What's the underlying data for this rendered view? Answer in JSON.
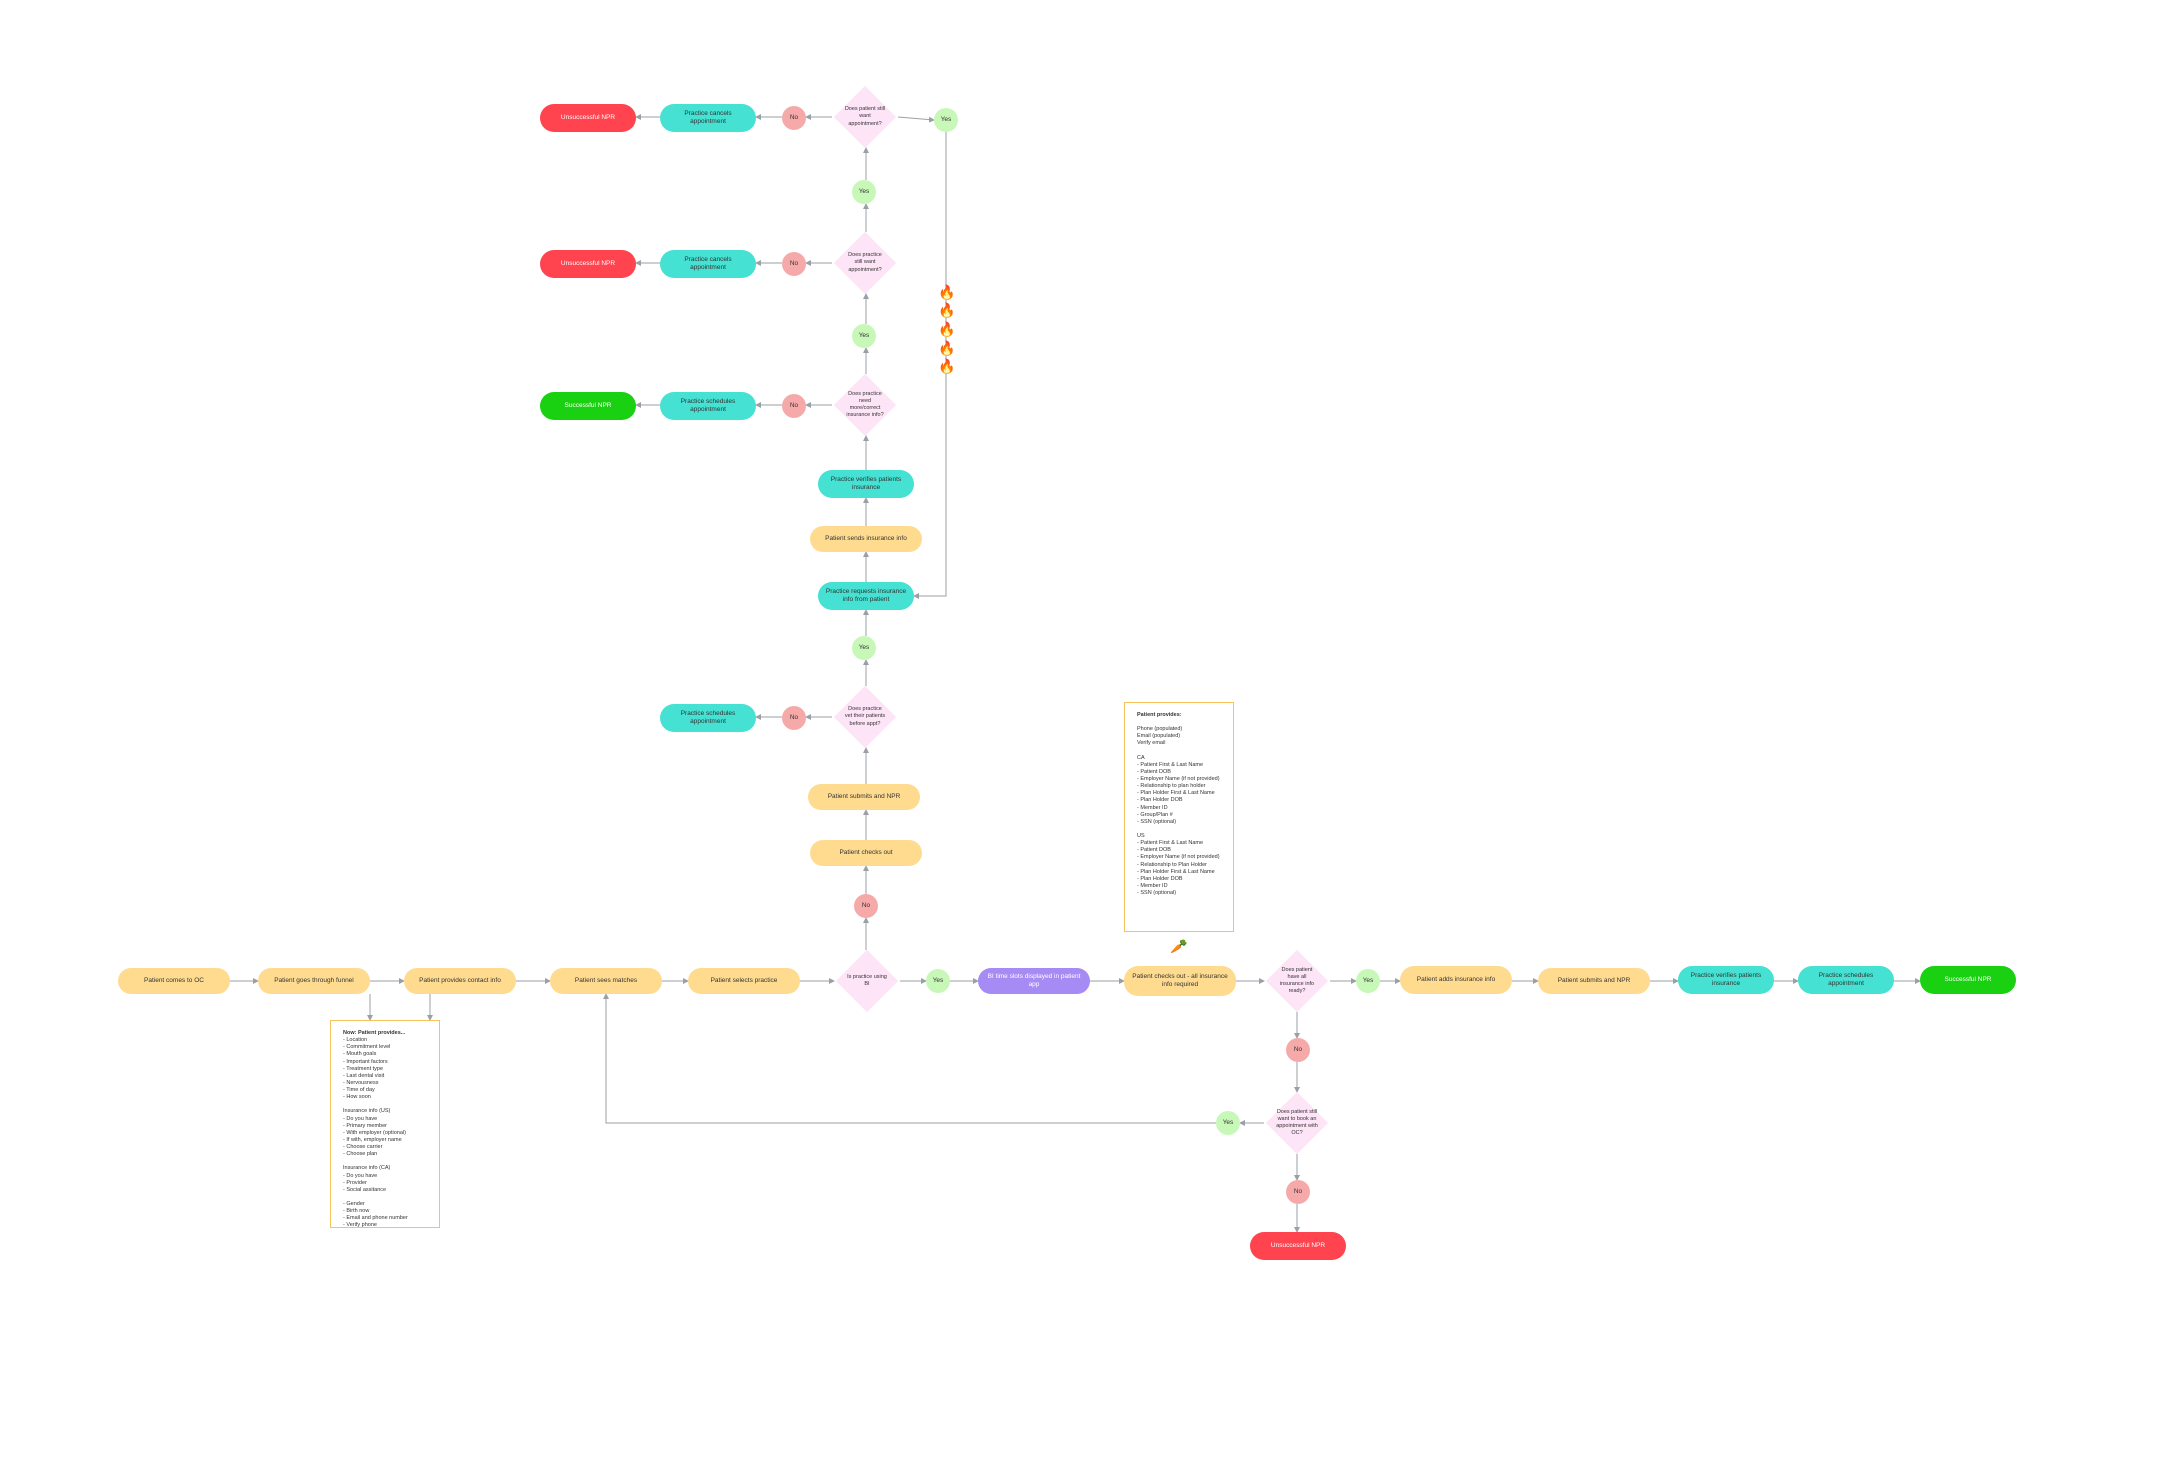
{
  "colors": {
    "step": "#FFDB8F",
    "practice": "#45E1D3",
    "fail": "#FF434F",
    "success": "#1AD111",
    "system": "#A68BF5",
    "yes": "#C8F8B8",
    "no": "#F6A9A9",
    "decision": "#FDE4F6",
    "note_border": "#F7C25A",
    "connector": "#9AA0A6"
  },
  "nodes": {
    "patient_comes": "Patient comes to OC",
    "patient_funnel": "Patient goes through funnel",
    "patient_contact": "Patient provides contact info",
    "patient_sees_matches": "Patient sees matches",
    "patient_selects_practice": "Patient selects practice",
    "decision_using_bi": "Is practice using BI",
    "yes_bi": "Yes",
    "bi_time_slots": "BI time slots displayed in patient app",
    "patient_checks_out_all": "Patient checks out - all insurance info required",
    "decision_all_insurance": "Does patient have all insurance info ready?",
    "yes_all_insurance": "Yes",
    "patient_adds_insurance": "Patient adds insurance info",
    "patient_submits_npr_main": "Patient submits and NPR",
    "practice_verifies_main": "Practice verifies patients insurance",
    "practice_schedules_main": "Practice schedules appointment",
    "successful_npr_main": "Successful NPR",
    "no_all_insurance": "No",
    "decision_still_book": "Does patient still want to book an appointment with OC?",
    "yes_still_book": "Yes",
    "no_still_book": "No",
    "unsuccessful_npr_bottom": "Unsuccessful NPR",
    "no_bi": "No",
    "patient_checks_out": "Patient checks out",
    "patient_submits_npr_col": "Patient submits and NPR",
    "decision_vet_patients": "Does practice vet their patients before appt?",
    "no_vet": "No",
    "practice_schedules_vet": "Practice schedules appointment",
    "yes_vet": "Yes",
    "practice_requests_insurance": "Practice requests insurance info from patient",
    "patient_sends_insurance": "Patient sends insurance info",
    "practice_verifies_col": "Practice verifies patients insurance",
    "decision_need_more": "Does practice need more/correct insurance info?",
    "no_need_more": "No",
    "practice_schedules_col": "Practice schedules appointment",
    "successful_npr_col": "Successful NPR",
    "yes_need_more": "Yes",
    "decision_practice_still_want": "Does practice still want appointment?",
    "no_practice_still_want": "No",
    "practice_cancels_1": "Practice cancels appointment",
    "unsuccessful_npr_1": "Unsuccessful NPR",
    "yes_practice_still_want": "Yes",
    "decision_patient_still_want": "Does patient still want appointment?",
    "no_patient_still_want": "No",
    "practice_cancels_2": "Practice cancels appointment",
    "unsuccessful_npr_2": "Unsuccessful NPR",
    "yes_patient_still_want": "Yes"
  },
  "notes": {
    "funnel_note": {
      "title": "Now: Patient provides...",
      "lines": [
        "- Location",
        "- Commitment level",
        "- Mouth goals",
        "- Important factors",
        "- Treatment type",
        "- Last dental visit",
        "- Nervousness",
        "- Time of day",
        "- How soon",
        "",
        "Insurance info (US)",
        "- Do you have",
        "- Primary member",
        "- With employer (optional)",
        "- If with, employer name",
        "- Choose carrier",
        "- Choose plan",
        "",
        "Insurance info (CA)",
        "- Do you have",
        "- Provider",
        "- Social assitance",
        "",
        "- Gender",
        "- Birth now",
        "- Email and phone number",
        "- Verify phone"
      ]
    },
    "checkout_note": {
      "title": "Patient provides:",
      "lines": [
        "",
        "Phone (populated)",
        "Email (populated)",
        "Verify email",
        "",
        "CA",
        "- Patient First & Last Name",
        "- Patient DOB",
        "- Employer Name (if not provided)",
        "- Relationship to plan holder",
        "- Plan Holder First & Last Name",
        "- Plan Holder DOB",
        "- Member ID",
        "- Group/Plan #",
        "- SSN (optional)",
        "",
        "US",
        "- Patient First & Last Name",
        "- Patient DOB",
        "- Employer Name (if not provided)",
        "- Relationship to Plan Holder",
        "- Plan Holder First & Last Name",
        "- Plan Holder DOB",
        "- Member ID",
        "- SSN (optional)"
      ]
    }
  },
  "decorations": {
    "fire_icon": "🔥",
    "carrot_icon": "🥕"
  }
}
